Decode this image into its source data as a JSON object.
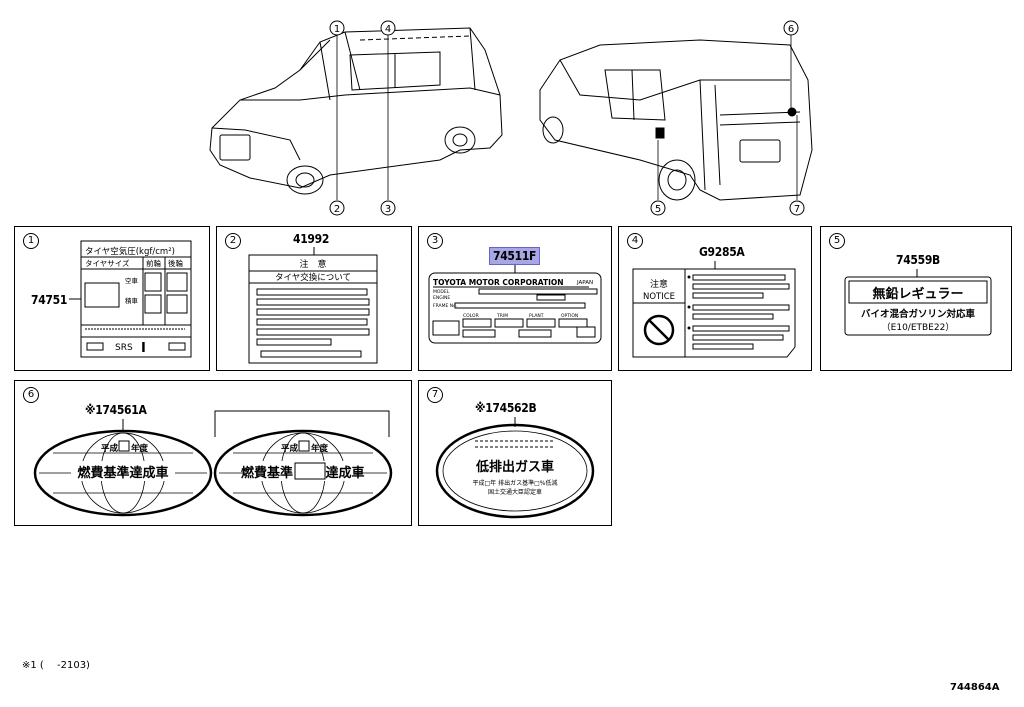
{
  "callouts": [
    "1",
    "2",
    "3",
    "4",
    "5",
    "6",
    "7"
  ],
  "panels": {
    "p1": {
      "num": "1",
      "part": "74751",
      "title": "タイヤ空気圧(kgf/cm²)",
      "col1": "タイヤサイズ",
      "col2": "前輪",
      "col3": "後輪",
      "row1": "空車",
      "row2": "積車",
      "foot": "SRS"
    },
    "p2": {
      "num": "2",
      "part": "41992",
      "title": "注　意",
      "subtitle": "タイヤ交換について"
    },
    "p3": {
      "num": "3",
      "part": "74511F",
      "maker": "TOYOTA MOTOR CORPORATION",
      "country": "JAPAN",
      "f1": "MODEL",
      "f2": "ENGINE",
      "f3": "FRAME No.",
      "c1": "COLOR",
      "c2": "TRIM",
      "c3": "PLANT",
      "c4": "OPTION"
    },
    "p4": {
      "num": "4",
      "part": "G9285A",
      "jp": "注意",
      "en": "NOTICE"
    },
    "p5": {
      "num": "5",
      "part": "74559B",
      "line1": "無鉛レギュラー",
      "line2": "バイオ混合ガソリン対応車",
      "line3": "（E10/ETBE22）"
    },
    "p6": {
      "num": "6",
      "part": "※174561A",
      "year": "平成",
      "nen": "年度",
      "main": "燃費基準達成車",
      "mainA": "燃費基準",
      "mainB": "達成車"
    },
    "p7": {
      "num": "7",
      "part": "※174562B",
      "main": "低排出ガス車",
      "sub1": "平成□年 排出ガス基準□%低減",
      "sub2": "国土交通大臣認定車"
    }
  },
  "footnote": "※1 (　 -2103)",
  "diagram_id": "744864A"
}
